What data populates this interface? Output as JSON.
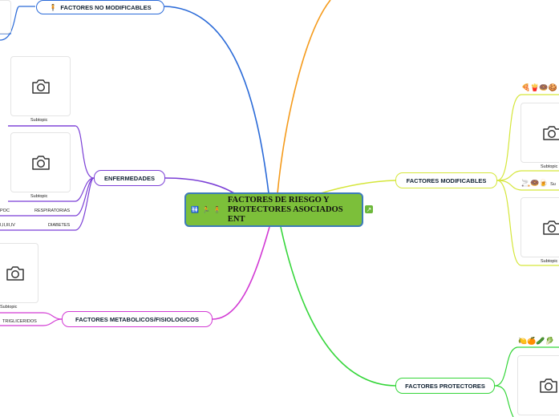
{
  "central": {
    "title": "FACTORES DE RIESGO Y PROTECTORES ASOCIADOS ENT",
    "icons": "🚻 🏃 🧍",
    "external_link_icon": "external-link-icon"
  },
  "branches": {
    "no_modificables": {
      "label": "FACTORES NO MODIFICABLES",
      "icon": "🧍"
    },
    "enfermedades": {
      "label": "ENFERMEDADES"
    },
    "metabolicos": {
      "label": "FACTORES METABOLICOS/FISIOLOGICOS"
    },
    "modificables": {
      "label": "FACTORES MODIFICABLES"
    },
    "protectores": {
      "label": "FACTORES PROTECTORES"
    }
  },
  "subtopic_label": "Subtopic",
  "sub_partial": "Su",
  "leaves": {
    "epoc": "POC",
    "respiratorias": "RESPIRATORIAS",
    "diabetes_types": "I,II,III,IV",
    "diabetes": "DIABETES",
    "trigliceridos": "TRIGLICERIDOS"
  },
  "emoji_rows": {
    "food": "🍕🍟🍩🍪",
    "habits": "🚬🍩🍺",
    "fruits": "🍋🍊🥒🥬"
  },
  "colors": {
    "central_fill": "#7cbf3a",
    "central_border": "#3d7bb8",
    "blue": "#2a6ad8",
    "orange": "#f59b1c",
    "violet": "#7b3fd6",
    "magenta": "#d23ad4",
    "yellow_green": "#d5e63a",
    "green": "#35d63a"
  }
}
